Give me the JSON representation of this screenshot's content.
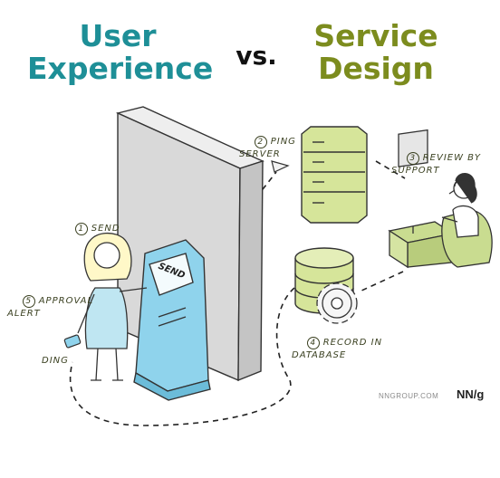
{
  "titles": {
    "user_experience_line1": "User",
    "user_experience_line2": "Experience",
    "versus": "vs.",
    "service_design_line1": "Service",
    "service_design_line2": "Design"
  },
  "steps": [
    {
      "number": "1",
      "label": "SEND"
    },
    {
      "number": "2",
      "label": "PING\nSERVER"
    },
    {
      "number": "3",
      "label": "REVIEW BY\nSUPPORT"
    },
    {
      "number": "4",
      "label": "RECORD IN\nDATABASE"
    },
    {
      "number": "5",
      "label": "APPROVAL\nALERT"
    }
  ],
  "kiosk_screen_text": "SEND",
  "sound_label": "DING",
  "credit": {
    "site": "NNGROUP.COM",
    "logo": "NN/g"
  },
  "colors": {
    "ux_teal": "#1e8f97",
    "sd_olive": "#7c8c1e",
    "server_green": "#d6e59a",
    "kiosk_blue": "#8fd3ec",
    "chair_green": "#c9dc90",
    "wall_gray": "#d9d9d9"
  }
}
